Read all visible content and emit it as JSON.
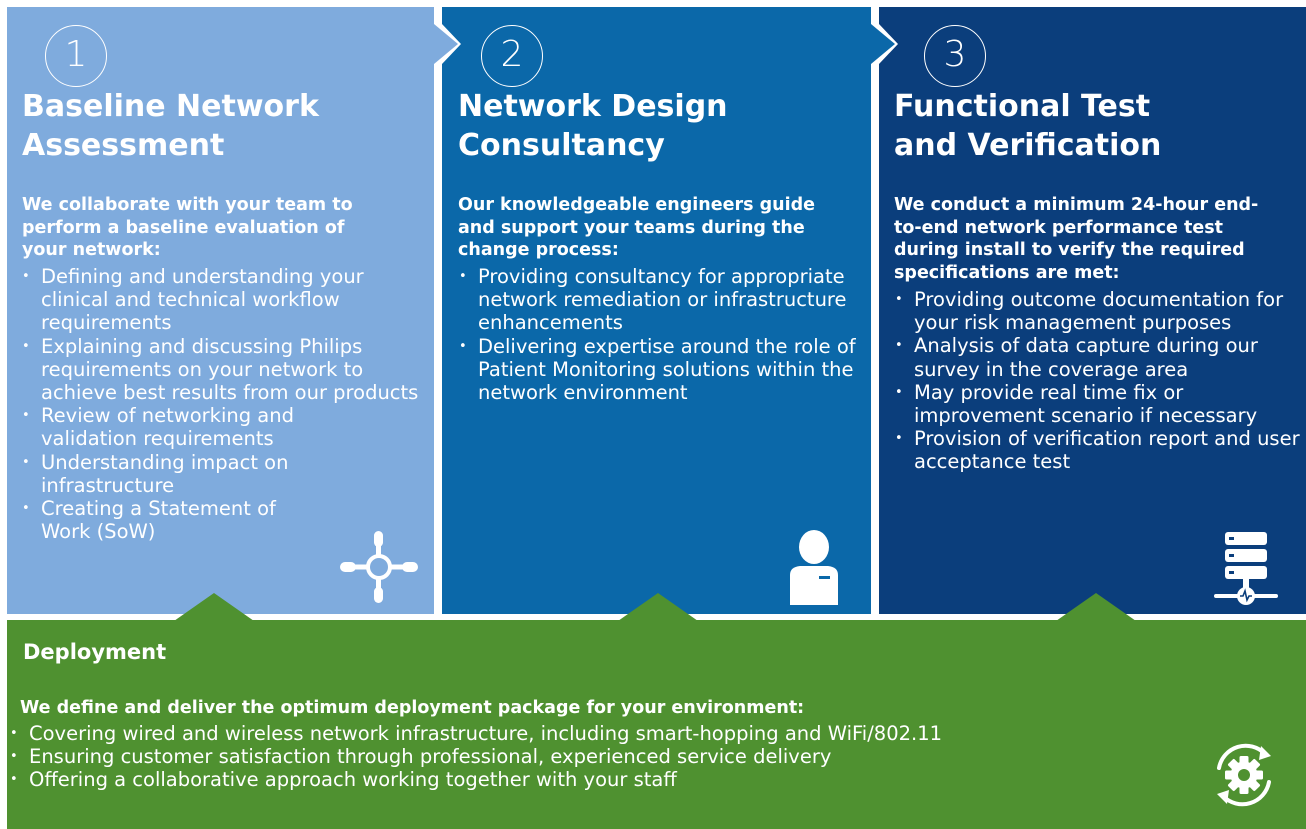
{
  "steps": [
    {
      "number": "1",
      "title_line1": "Baseline Network",
      "title_line2": "Assessment",
      "intro": "We collaborate with your team to perform a baseline evaluation of your network:",
      "items": [
        "Defining and understanding your clinical and technical workflow requirements",
        "Explaining and discussing Philips requirements on your network  to achieve best results from our products",
        "Review of networking and validation requirements",
        "Understanding impact on infrastructure",
        "Creating a Statement of Work (SoW)"
      ],
      "icon": "network-hub-icon",
      "color": "#7fabdd"
    },
    {
      "number": "2",
      "title_line1": "Network Design",
      "title_line2": "Consultancy",
      "intro": "Our knowledgeable engineers guide and support your teams during the change process:",
      "items": [
        "Providing consultancy for appropriate network remediation or infrastructure enhancements",
        "Delivering expertise around the role of Patient Monitoring solutions within the network environment"
      ],
      "icon": "engineer-icon",
      "color": "#0b68a9"
    },
    {
      "number": "3",
      "title_line1": "Functional Test",
      "title_line2": "and Verification",
      "intro": "We conduct a minimum 24-hour end-to-end network performance test during install to verify the required specifications are met:",
      "items": [
        "Providing outcome documentation for your risk management purposes",
        "Analysis of data capture during our survey in the coverage area",
        "May provide real time fix or improvement scenario if necessary",
        "Provision of verification report and user acceptance test"
      ],
      "icon": "server-monitor-icon",
      "color": "#0b3e7c"
    }
  ],
  "deployment": {
    "title": "Deployment",
    "intro": "We define and deliver the optimum deployment package for your environment:",
    "items": [
      "Covering wired and wireless network infrastructure, including smart-hopping and WiFi/802.11",
      "Ensuring customer satisfaction through professional, experienced service delivery",
      "Offering a collaborative approach working together with your staff"
    ],
    "icon": "gear-cycle-icon",
    "color": "#4f9130"
  }
}
